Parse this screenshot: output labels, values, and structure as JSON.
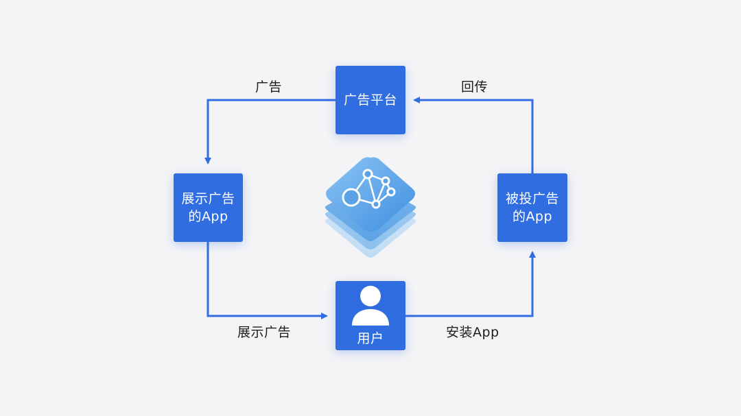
{
  "nodes": {
    "ad_platform": {
      "label": "广告平台"
    },
    "display_app": {
      "line1": "展示广告",
      "line2": "的App"
    },
    "advertised_app": {
      "line1": "被投广告",
      "line2": "的App"
    },
    "user": {
      "label": "用户",
      "icon": "user-icon"
    }
  },
  "edges": {
    "platform_to_display": "广告",
    "advertised_to_platform": "回传",
    "display_to_user": "展示广告",
    "user_to_advertised": "安装App"
  },
  "center_icon": {
    "icon": "skadnetwork-network-icon"
  },
  "colors": {
    "node_fill": "#2f6de0",
    "connector": "#2f6de0",
    "background": "#f4f4f6",
    "text": "#1c1c1e"
  }
}
